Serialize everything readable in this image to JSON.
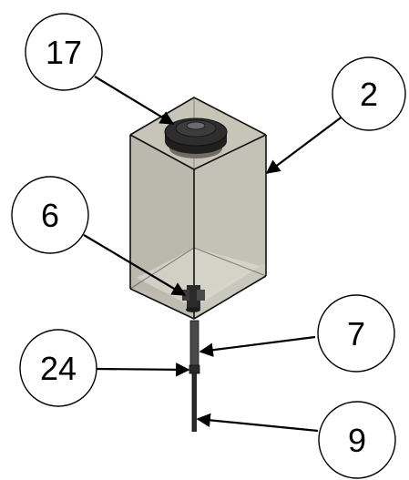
{
  "diagram": {
    "balloons": [
      {
        "id": "17",
        "label": "17"
      },
      {
        "id": "2",
        "label": "2"
      },
      {
        "id": "6",
        "label": "6"
      },
      {
        "id": "7",
        "label": "7"
      },
      {
        "id": "24",
        "label": "24"
      },
      {
        "id": "9",
        "label": "9"
      }
    ],
    "colors": {
      "tank_fill": "#b9b7a9",
      "tank_bottom": "#d6d4c6",
      "cap_dark": "#2b2b2b",
      "tube": "#3a3a3a",
      "line": "#000000"
    }
  }
}
